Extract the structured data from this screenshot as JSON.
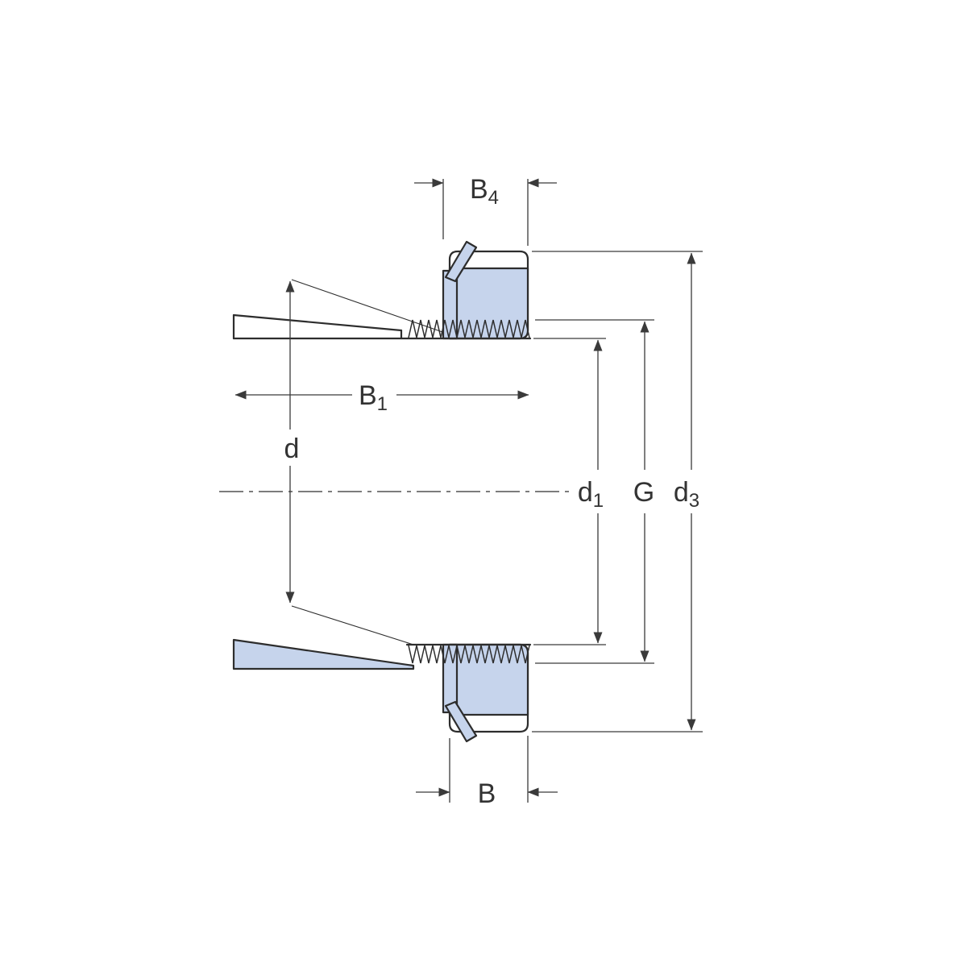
{
  "labels": {
    "b4": {
      "base": "B",
      "sub": "4"
    },
    "b1": {
      "base": "B",
      "sub": "1"
    },
    "d": {
      "base": "d",
      "sub": ""
    },
    "d1": {
      "base": "d",
      "sub": "1"
    },
    "g": {
      "base": "G",
      "sub": ""
    },
    "d3": {
      "base": "d",
      "sub": "3"
    },
    "b": {
      "base": "B",
      "sub": ""
    }
  },
  "colors": {
    "component_fill": "#c6d4ec",
    "line": "#2d2d2d",
    "background": "#ffffff"
  }
}
